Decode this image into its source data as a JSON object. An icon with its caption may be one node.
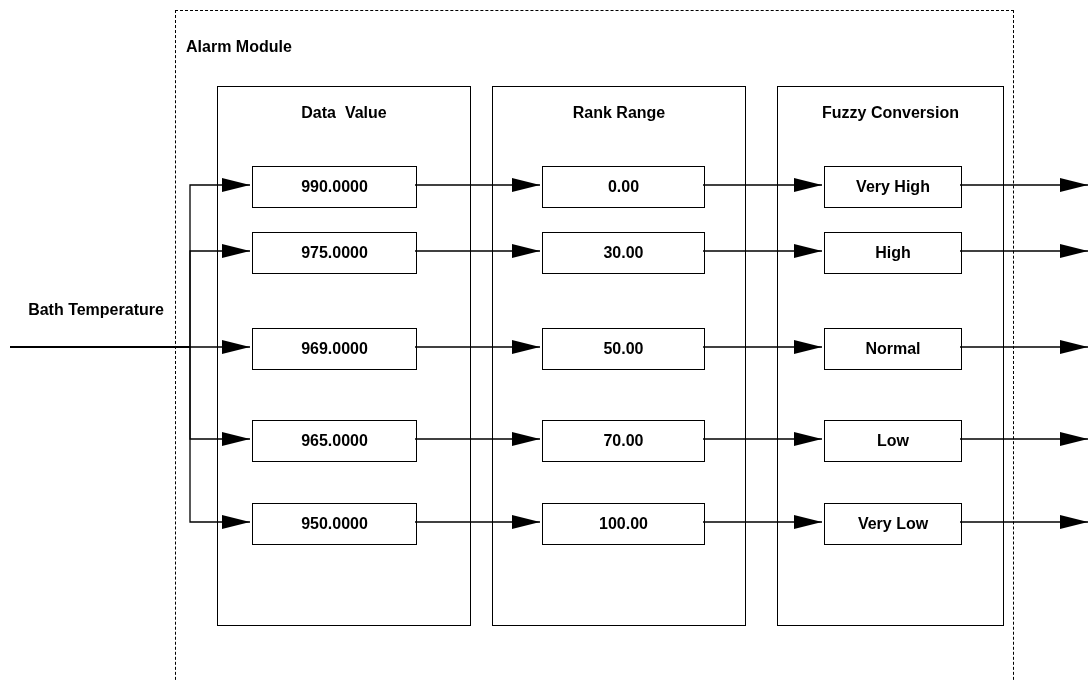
{
  "diagram": {
    "nodes": [
      {
        "text": [
          "Bath Temperature"
        ]
      },
      {
        "text": [
          "Alarm Module"
        ]
      },
      {
        "text": [
          "Data  Value"
        ],
        "in": 1
      },
      {
        "text": [
          "990.0000"
        ],
        "in": 2
      },
      {
        "text": [
          "975.0000"
        ],
        "in": 2
      },
      {
        "text": [
          "969.0000"
        ],
        "in": 2
      },
      {
        "text": [
          "965.0000"
        ],
        "in": 2
      },
      {
        "text": [
          "950.0000"
        ],
        "in": 2
      },
      {
        "text": [
          "Rank Range"
        ],
        "in": 1
      },
      {
        "text": [
          "0.00"
        ],
        "in": 8
      },
      {
        "text": [
          "30.00"
        ],
        "in": 8
      },
      {
        "text": [
          "50.00"
        ],
        "in": 8
      },
      {
        "text": [
          "70.00"
        ],
        "in": 8
      },
      {
        "text": [
          "100.00"
        ],
        "in": 8
      },
      {
        "text": [
          "Fuzzy Conversion"
        ],
        "in": 1
      },
      {
        "text": [
          "Very High"
        ],
        "in": 14
      },
      {
        "text": [
          "High"
        ],
        "in": 14
      },
      {
        "text": [
          "Normal"
        ],
        "in": 14
      },
      {
        "text": [
          "Low"
        ],
        "in": 14
      },
      {
        "text": [
          "Very Low"
        ],
        "in": 14
      }
    ],
    "edges": [
      {
        "from": 0,
        "to": 3,
        "arrow": "to"
      },
      {
        "from": 0,
        "to": 4,
        "arrow": "to"
      },
      {
        "from": 0,
        "to": 5,
        "arrow": "to"
      },
      {
        "from": 0,
        "to": 6,
        "arrow": "to"
      },
      {
        "from": 0,
        "to": 7,
        "arrow": "to"
      },
      {
        "from": 3,
        "to": 9,
        "arrow": "to"
      },
      {
        "from": 4,
        "to": 10,
        "arrow": "to"
      },
      {
        "from": 5,
        "to": 11,
        "arrow": "to"
      },
      {
        "from": 6,
        "to": 12,
        "arrow": "to"
      },
      {
        "from": 7,
        "to": 13,
        "arrow": "to"
      },
      {
        "from": 9,
        "to": 15,
        "arrow": "to"
      },
      {
        "from": 10,
        "to": 16,
        "arrow": "to"
      },
      {
        "from": 11,
        "to": 17,
        "arrow": "to"
      },
      {
        "from": 12,
        "to": 18,
        "arrow": "to"
      },
      {
        "from": 13,
        "to": 19,
        "arrow": "to"
      },
      {
        "from": 15,
        "to": null,
        "arrow": "to"
      },
      {
        "from": 16,
        "to": null,
        "arrow": "to"
      },
      {
        "from": 17,
        "to": null,
        "arrow": "to"
      },
      {
        "from": 18,
        "to": null,
        "arrow": "to"
      },
      {
        "from": 19,
        "to": null,
        "arrow": "to"
      }
    ]
  }
}
